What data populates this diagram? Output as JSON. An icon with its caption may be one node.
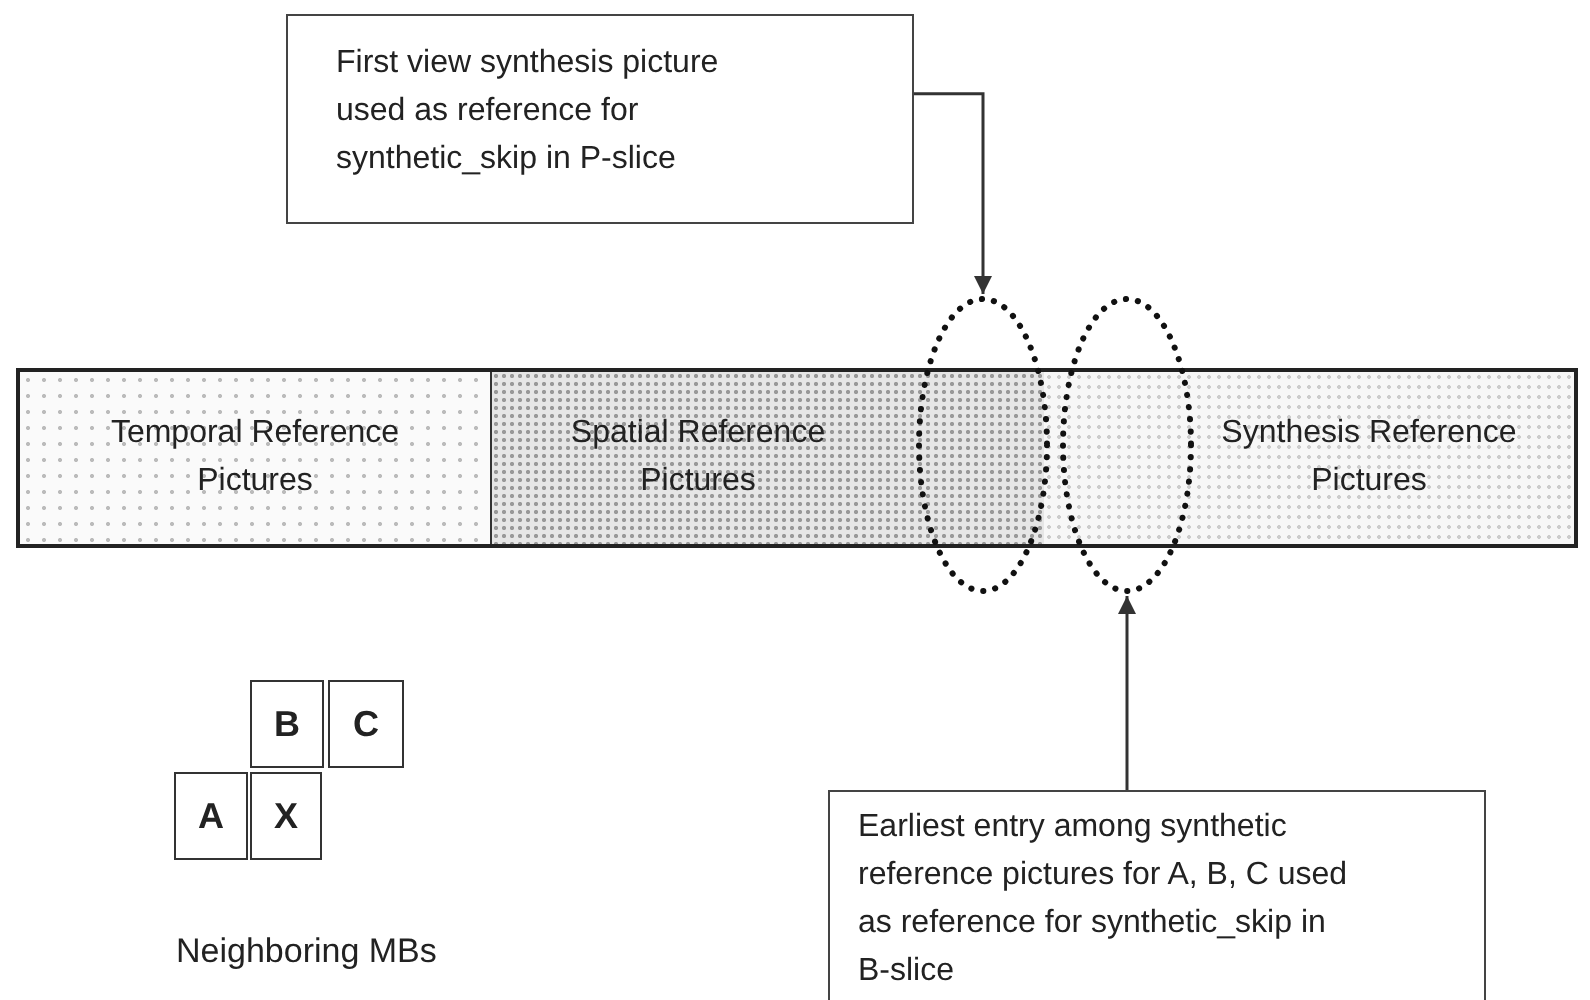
{
  "diagram": {
    "nodes": [
      {
        "text": [
          "First view synthesis picture used as reference for synthetic_skip in P-slice"
        ]
      },
      {
        "text": [
          "Temporal Reference Pictures"
        ]
      },
      {
        "text": [
          "Spatial Reference Pictures"
        ]
      },
      {
        "text": [
          "Synthesis Reference Pictures"
        ]
      },
      {
        "text": [],
        "shape": "ellipse"
      },
      {
        "text": [],
        "shape": "ellipse"
      },
      {
        "text": [
          "B"
        ]
      },
      {
        "text": [
          "C"
        ]
      },
      {
        "text": [
          "A"
        ]
      },
      {
        "text": [
          "X"
        ]
      },
      {
        "text": [
          "Earliest entry among synthetic reference pictures for A, B, C used as reference for synthetic_skip in B-slice"
        ]
      }
    ],
    "edges": [
      {
        "from": 0,
        "to": 4,
        "arrow": "to"
      },
      {
        "from": 10,
        "to": 5,
        "arrow": "to"
      }
    ],
    "labels": [
      "Neighboring MBs"
    ]
  }
}
